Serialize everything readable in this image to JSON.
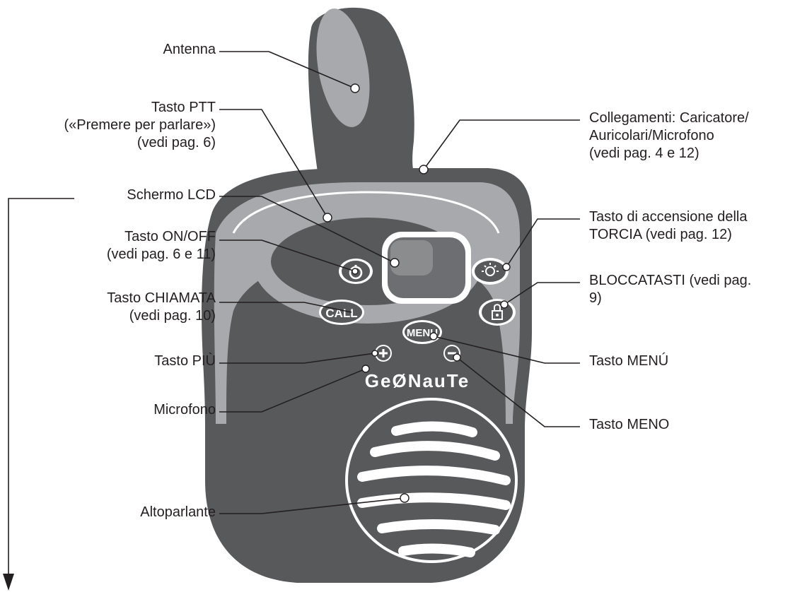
{
  "brand": "GeØNauTe",
  "buttons": {
    "call": "CALL",
    "menu": "MENU"
  },
  "labels": {
    "antenna": [
      "Antenna"
    ],
    "ptt": [
      "Tasto PTT",
      "(«Premere per parlare»)",
      "(vedi pag. 6)"
    ],
    "lcd": [
      "Schermo LCD"
    ],
    "onoff": [
      "Tasto ON/OFF",
      "(vedi pag. 6 e 11)"
    ],
    "call": [
      "Tasto CHIAMATA",
      "(vedi pag. 10)"
    ],
    "plus": [
      "Tasto PIÙ"
    ],
    "mic": [
      "Microfono"
    ],
    "speaker": [
      "Altoparlante"
    ],
    "connections": [
      "Collegamenti: Caricatore/",
      "Auricolari/Microfono",
      "(vedi pag. 4 e 12)"
    ],
    "torch": [
      "Tasto di accensione della",
      "TORCIA (vedi pag. 12)"
    ],
    "keylock": [
      "BLOCCATASTI (vedi pag.",
      "9)"
    ],
    "menu": [
      "Tasto MENÚ"
    ],
    "minus": [
      "Tasto MENO"
    ]
  },
  "icons": {
    "power": "power-icon",
    "torch": "torch-icon",
    "lock": "lock-icon",
    "plus": "plus-icon",
    "minus": "minus-icon"
  }
}
